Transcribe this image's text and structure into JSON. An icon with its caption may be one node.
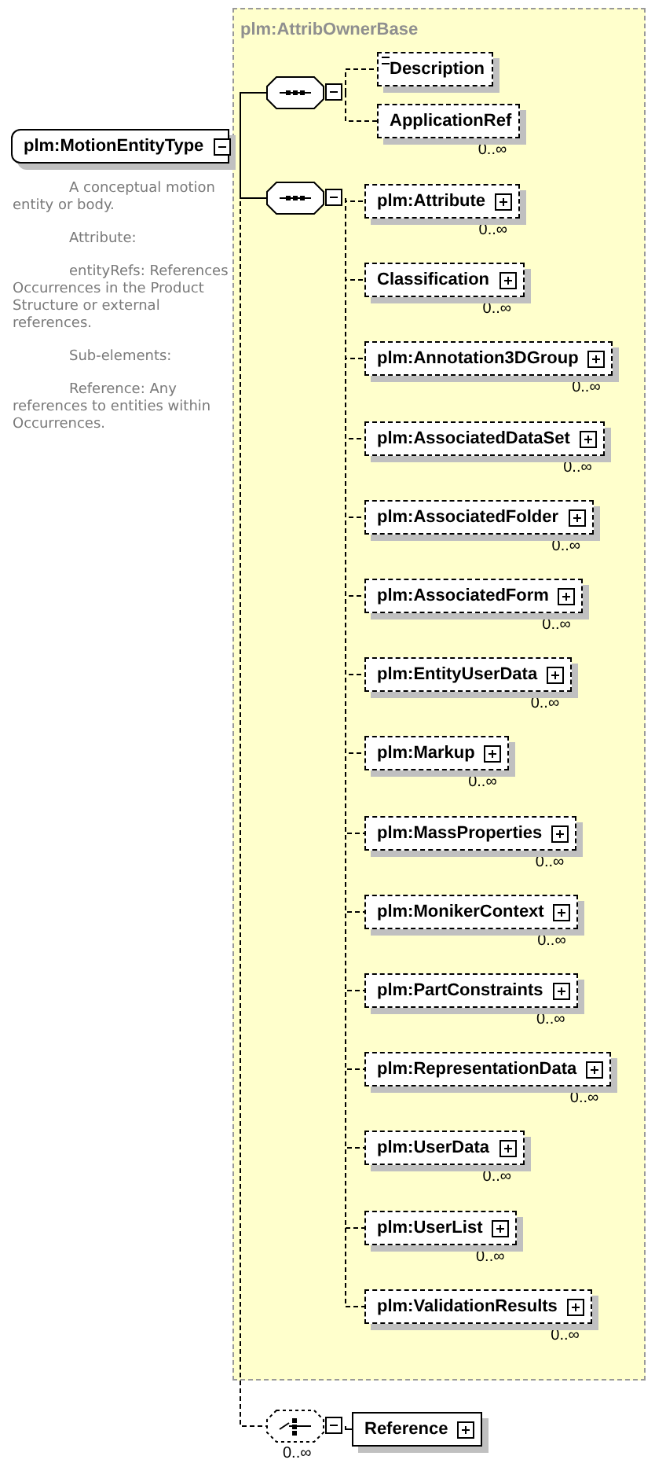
{
  "diagram": {
    "nodes": [
      {
        "text": [
          "plm:MotionEntityType"
        ],
        "beside": [
          "A conceptual motion entity or body.",
          "Attribute:",
          "entityRefs: References Occurrences in the Product Structure or external references.",
          "Sub-elements:",
          "Reference: Any references to entities within Occurrences."
        ]
      },
      {
        "text": [
          "plm:AttribOwnerBase"
        ]
      },
      {
        "text": [],
        "shape": "octagon",
        "in": 1
      },
      {
        "text": [
          "Description"
        ],
        "in": 1
      },
      {
        "text": [
          "ApplicationRef"
        ],
        "in": 1,
        "beside": [
          "0..∞"
        ]
      },
      {
        "text": [],
        "shape": "octagon",
        "in": 1
      },
      {
        "text": [
          "plm:Attribute"
        ],
        "in": 1,
        "beside": [
          "0..∞"
        ]
      },
      {
        "text": [
          "Classification"
        ],
        "in": 1,
        "beside": [
          "0..∞"
        ]
      },
      {
        "text": [
          "plm:Annotation3DGroup"
        ],
        "in": 1,
        "beside": [
          "0..∞"
        ]
      },
      {
        "text": [
          "plm:AssociatedDataSet"
        ],
        "in": 1,
        "beside": [
          "0..∞"
        ]
      },
      {
        "text": [
          "plm:AssociatedFolder"
        ],
        "in": 1,
        "beside": [
          "0..∞"
        ]
      },
      {
        "text": [
          "plm:AssociatedForm"
        ],
        "in": 1,
        "beside": [
          "0..∞"
        ]
      },
      {
        "text": [
          "plm:EntityUserData"
        ],
        "in": 1,
        "beside": [
          "0..∞"
        ]
      },
      {
        "text": [
          "plm:Markup"
        ],
        "in": 1,
        "beside": [
          "0..∞"
        ]
      },
      {
        "text": [
          "plm:MassProperties"
        ],
        "in": 1,
        "beside": [
          "0..∞"
        ]
      },
      {
        "text": [
          "plm:MonikerContext"
        ],
        "in": 1,
        "beside": [
          "0..∞"
        ]
      },
      {
        "text": [
          "plm:PartConstraints"
        ],
        "in": 1,
        "beside": [
          "0..∞"
        ]
      },
      {
        "text": [
          "plm:RepresentationData"
        ],
        "in": 1,
        "beside": [
          "0..∞"
        ]
      },
      {
        "text": [
          "plm:UserData"
        ],
        "in": 1,
        "beside": [
          "0..∞"
        ]
      },
      {
        "text": [
          "plm:UserList"
        ],
        "in": 1,
        "beside": [
          "0..∞"
        ]
      },
      {
        "text": [
          "plm:ValidationResults"
        ],
        "in": 1,
        "beside": [
          "0..∞"
        ]
      },
      {
        "text": [],
        "shape": "octagon",
        "beside": [
          "0..∞"
        ]
      },
      {
        "text": [
          "Reference"
        ]
      }
    ],
    "edges": [
      {
        "from": 0,
        "to": 2,
        "arrow": "none"
      },
      {
        "from": 0,
        "to": 5,
        "arrow": "none"
      },
      {
        "from": 0,
        "to": 21,
        "arrow": "none",
        "style": "dashed"
      },
      {
        "from": 2,
        "to": 3,
        "arrow": "none",
        "style": "dashed"
      },
      {
        "from": 2,
        "to": 4,
        "arrow": "none",
        "style": "dashed"
      },
      {
        "from": 5,
        "to": 6,
        "arrow": "none",
        "style": "dashed"
      },
      {
        "from": 5,
        "to": 7,
        "arrow": "none",
        "style": "dashed"
      },
      {
        "from": 5,
        "to": 8,
        "arrow": "none",
        "style": "dashed"
      },
      {
        "from": 5,
        "to": 9,
        "arrow": "none",
        "style": "dashed"
      },
      {
        "from": 5,
        "to": 10,
        "arrow": "none",
        "style": "dashed"
      },
      {
        "from": 5,
        "to": 11,
        "arrow": "none",
        "style": "dashed"
      },
      {
        "from": 5,
        "to": 12,
        "arrow": "none",
        "style": "dashed"
      },
      {
        "from": 5,
        "to": 13,
        "arrow": "none",
        "style": "dashed"
      },
      {
        "from": 5,
        "to": 14,
        "arrow": "none",
        "style": "dashed"
      },
      {
        "from": 5,
        "to": 15,
        "arrow": "none",
        "style": "dashed"
      },
      {
        "from": 5,
        "to": 16,
        "arrow": "none",
        "style": "dashed"
      },
      {
        "from": 5,
        "to": 17,
        "arrow": "none",
        "style": "dashed"
      },
      {
        "from": 5,
        "to": 18,
        "arrow": "none",
        "style": "dashed"
      },
      {
        "from": 5,
        "to": 19,
        "arrow": "none",
        "style": "dashed"
      },
      {
        "from": 5,
        "to": 20,
        "arrow": "none",
        "style": "dashed"
      },
      {
        "from": 21,
        "to": 22,
        "arrow": "none"
      }
    ]
  }
}
